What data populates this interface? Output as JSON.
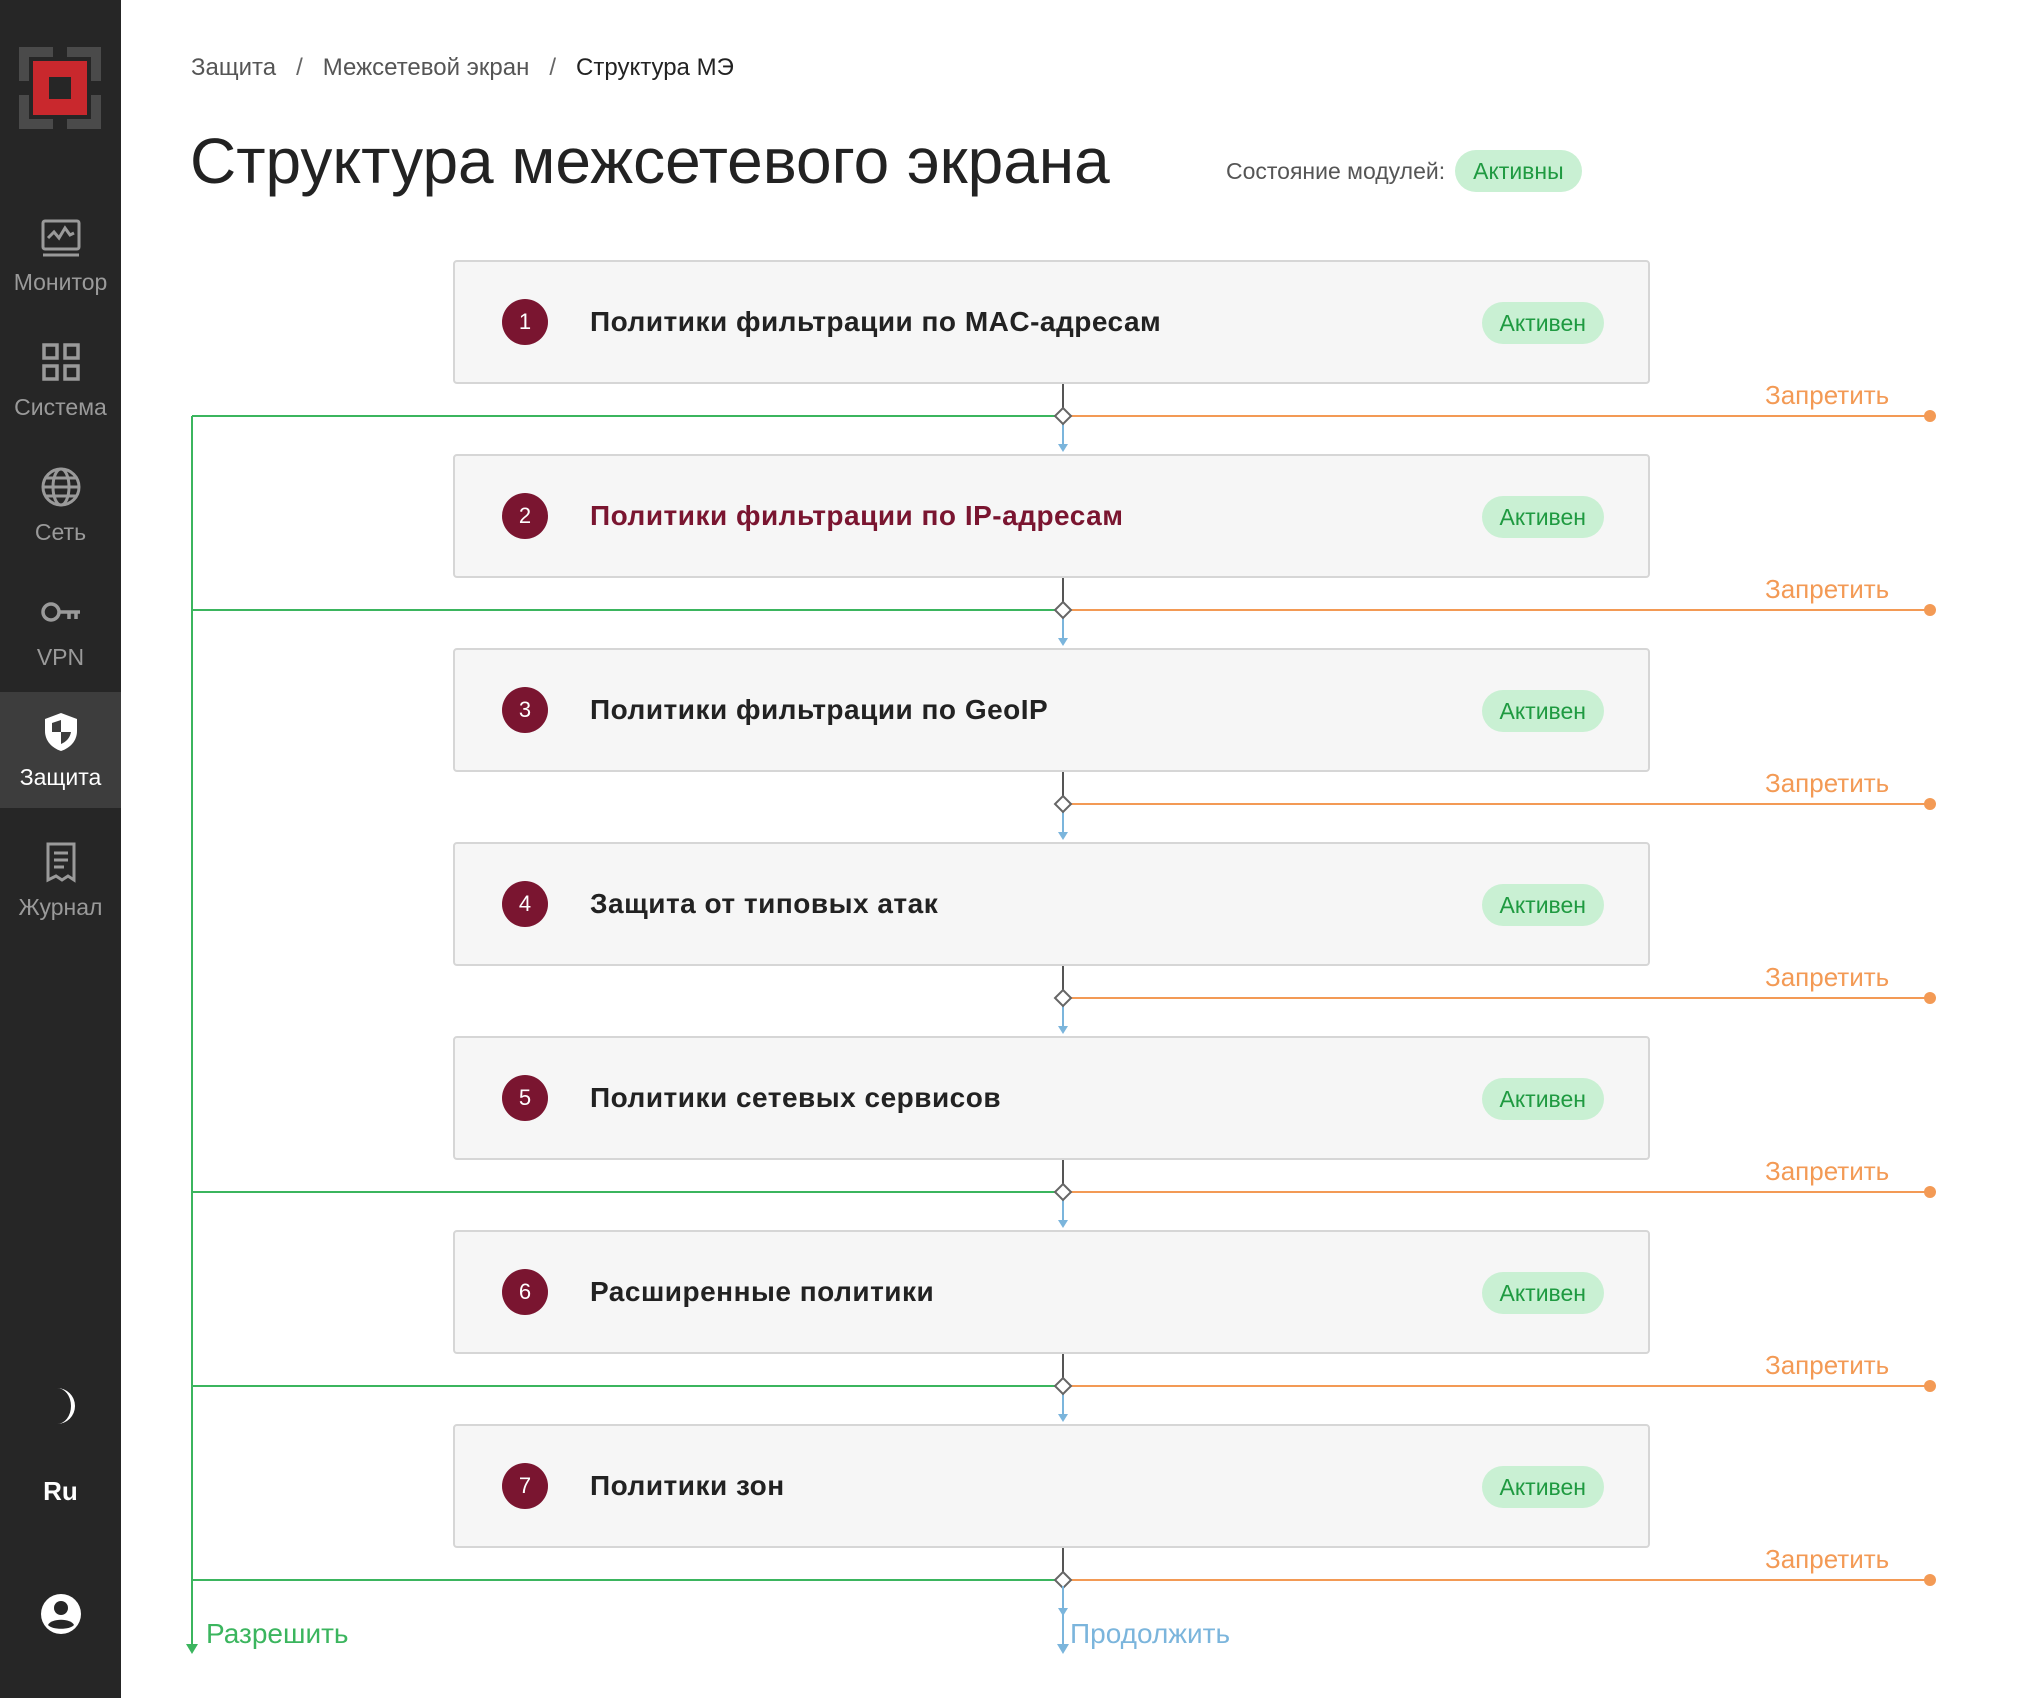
{
  "sidebar": {
    "items": [
      {
        "id": "monitor",
        "label": "Монитор",
        "icon": "monitor-icon"
      },
      {
        "id": "system",
        "label": "Система",
        "icon": "grid-icon"
      },
      {
        "id": "network",
        "label": "Сеть",
        "icon": "globe-icon"
      },
      {
        "id": "vpn",
        "label": "VPN",
        "icon": "key-icon"
      },
      {
        "id": "protection",
        "label": "Защита",
        "icon": "shield-icon",
        "active": true
      },
      {
        "id": "journal",
        "label": "Журнал",
        "icon": "journal-icon"
      }
    ],
    "theme_icon": "moon-icon",
    "language": "Ru",
    "user_icon": "user-icon"
  },
  "breadcrumb": [
    "Защита",
    "Межсетевой экран",
    "Структура МЭ"
  ],
  "page_title": "Структура межсетевого экрана",
  "modules_status": {
    "label": "Состояние модулей:",
    "value": "Активны"
  },
  "modules": [
    {
      "num": "1",
      "name": "Политики фильтрации по MAC-адресам",
      "status": "Активен",
      "allow_branch": true
    },
    {
      "num": "2",
      "name": "Политики фильтрации по IP-адресам",
      "status": "Активен",
      "allow_branch": true,
      "highlight": true
    },
    {
      "num": "3",
      "name": "Политики фильтрации по GeoIP",
      "status": "Активен",
      "allow_branch": false
    },
    {
      "num": "4",
      "name": "Защита от типовых атак",
      "status": "Активен",
      "allow_branch": false
    },
    {
      "num": "5",
      "name": "Политики сетевых сервисов",
      "status": "Активен",
      "allow_branch": true
    },
    {
      "num": "6",
      "name": "Расширенные политики",
      "status": "Активен",
      "allow_branch": true
    },
    {
      "num": "7",
      "name": "Политики зон",
      "status": "Активен",
      "allow_branch": true
    }
  ],
  "deny_label": "Запретить",
  "allow_label": "Разрешить",
  "continue_label": "Продолжить",
  "colors": {
    "accent": "#7a1530",
    "allow": "#3bb55e",
    "deny": "#f39a55",
    "continue": "#7bb5dc",
    "badge_bg": "#c9f0d3",
    "badge_text": "#1f9a41"
  }
}
